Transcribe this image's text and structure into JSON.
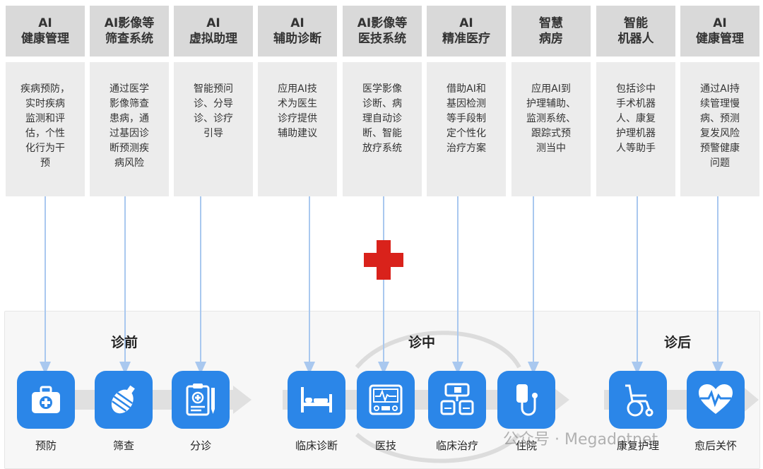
{
  "columns": [
    {
      "title": [
        "AI",
        "健康管理"
      ],
      "desc": [
        "疾病预防，",
        "实时疾病",
        "监测和评",
        "估，个性",
        "化行为干",
        "预"
      ]
    },
    {
      "title": [
        "AI影像等",
        "筛查系统"
      ],
      "desc": [
        "通过医学",
        "影像筛查",
        "患病，通",
        "过基因诊",
        "断预测疾",
        "病风险"
      ]
    },
    {
      "title": [
        "AI",
        "虚拟助理"
      ],
      "desc": [
        "智能预问",
        "诊、分导",
        "诊、诊疗",
        "引导"
      ]
    },
    {
      "title": [
        "AI",
        "辅助诊断"
      ],
      "desc": [
        "应用AI技",
        "术为医生",
        "诊疗提供",
        "辅助建议"
      ]
    },
    {
      "title": [
        "AI影像等",
        "医技系统"
      ],
      "desc": [
        "医学影像",
        "诊断、病",
        "理自动诊",
        "断、智能",
        "放疗系统"
      ]
    },
    {
      "title": [
        "AI",
        "精准医疗"
      ],
      "desc": [
        "借助AI和",
        "基因检测",
        "等手段制",
        "定个性化",
        "治疗方案"
      ]
    },
    {
      "title": [
        "智慧",
        "病房"
      ],
      "desc": [
        "应用AI到",
        "护理辅助、",
        "监测系统、",
        "跟踪式预",
        "测当中"
      ]
    },
    {
      "title": [
        "智能",
        "机器人"
      ],
      "desc": [
        "包括诊中",
        "手术机器",
        "人、康复",
        "护理机器",
        "人等助手"
      ]
    },
    {
      "title": [
        "AI",
        "健康管理"
      ],
      "desc": [
        "通过AI持",
        "续管理慢",
        "病、预测",
        "复发风险",
        "预警健康",
        "问题"
      ]
    }
  ],
  "phases": {
    "pre": "诊前",
    "mid": "诊中",
    "post": "诊后"
  },
  "nodes": [
    {
      "label": "预防",
      "icon": "first-aid-kit-icon"
    },
    {
      "label": "筛查",
      "icon": "screening-icon"
    },
    {
      "label": "分诊",
      "icon": "clipboard-icon"
    },
    {
      "label": "临床诊断",
      "icon": "hospital-bed-icon"
    },
    {
      "label": "医技",
      "icon": "ecg-monitor-icon"
    },
    {
      "label": "临床治疗",
      "icon": "medical-device-icon"
    },
    {
      "label": "住院",
      "icon": "iv-drip-icon"
    },
    {
      "label": "康复护理",
      "icon": "wheelchair-icon"
    },
    {
      "label": "愈后关怀",
      "icon": "heartbeat-icon"
    }
  ],
  "watermark": "公众号 · Megadotnet",
  "colors": {
    "node": "#2b86e8",
    "connector": "#a9c8ef",
    "cross": "#d9221b",
    "header": "#d9d9d9",
    "body": "#ececec"
  }
}
